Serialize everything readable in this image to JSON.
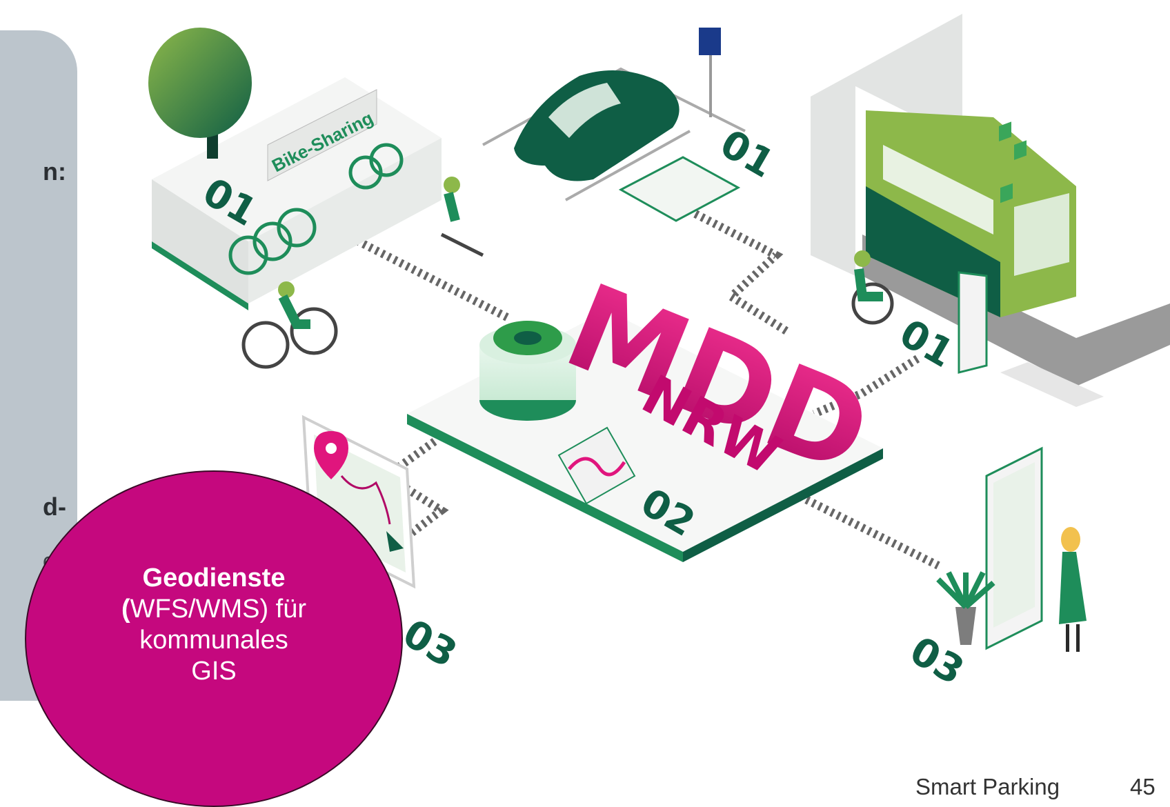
{
  "panel": {
    "text_1": "n:",
    "text_2": "d-",
    "text_3": "eit"
  },
  "scene": {
    "bike_sharing_sign": "Bike-Sharing",
    "hub_logo_main": "MDD",
    "hub_logo_sub": "NRW",
    "zone_label_01": "01",
    "zone_label_02": "02",
    "zone_label_03": "03"
  },
  "circle": {
    "bold": "Geodienste",
    "paren_open": "(",
    "line1_rest": "WFS/WMS) für",
    "line2": "kommunales",
    "line3": "GIS"
  },
  "footer": {
    "title": "Smart Parking",
    "page": "45"
  },
  "colors": {
    "accent_magenta": "#c5087e",
    "logo_pink": "#e0157d",
    "green_dark": "#0f5e45",
    "green_mid": "#1e8d5a",
    "green_light": "#8db84a",
    "panel_gray": "#bcc5cc"
  }
}
